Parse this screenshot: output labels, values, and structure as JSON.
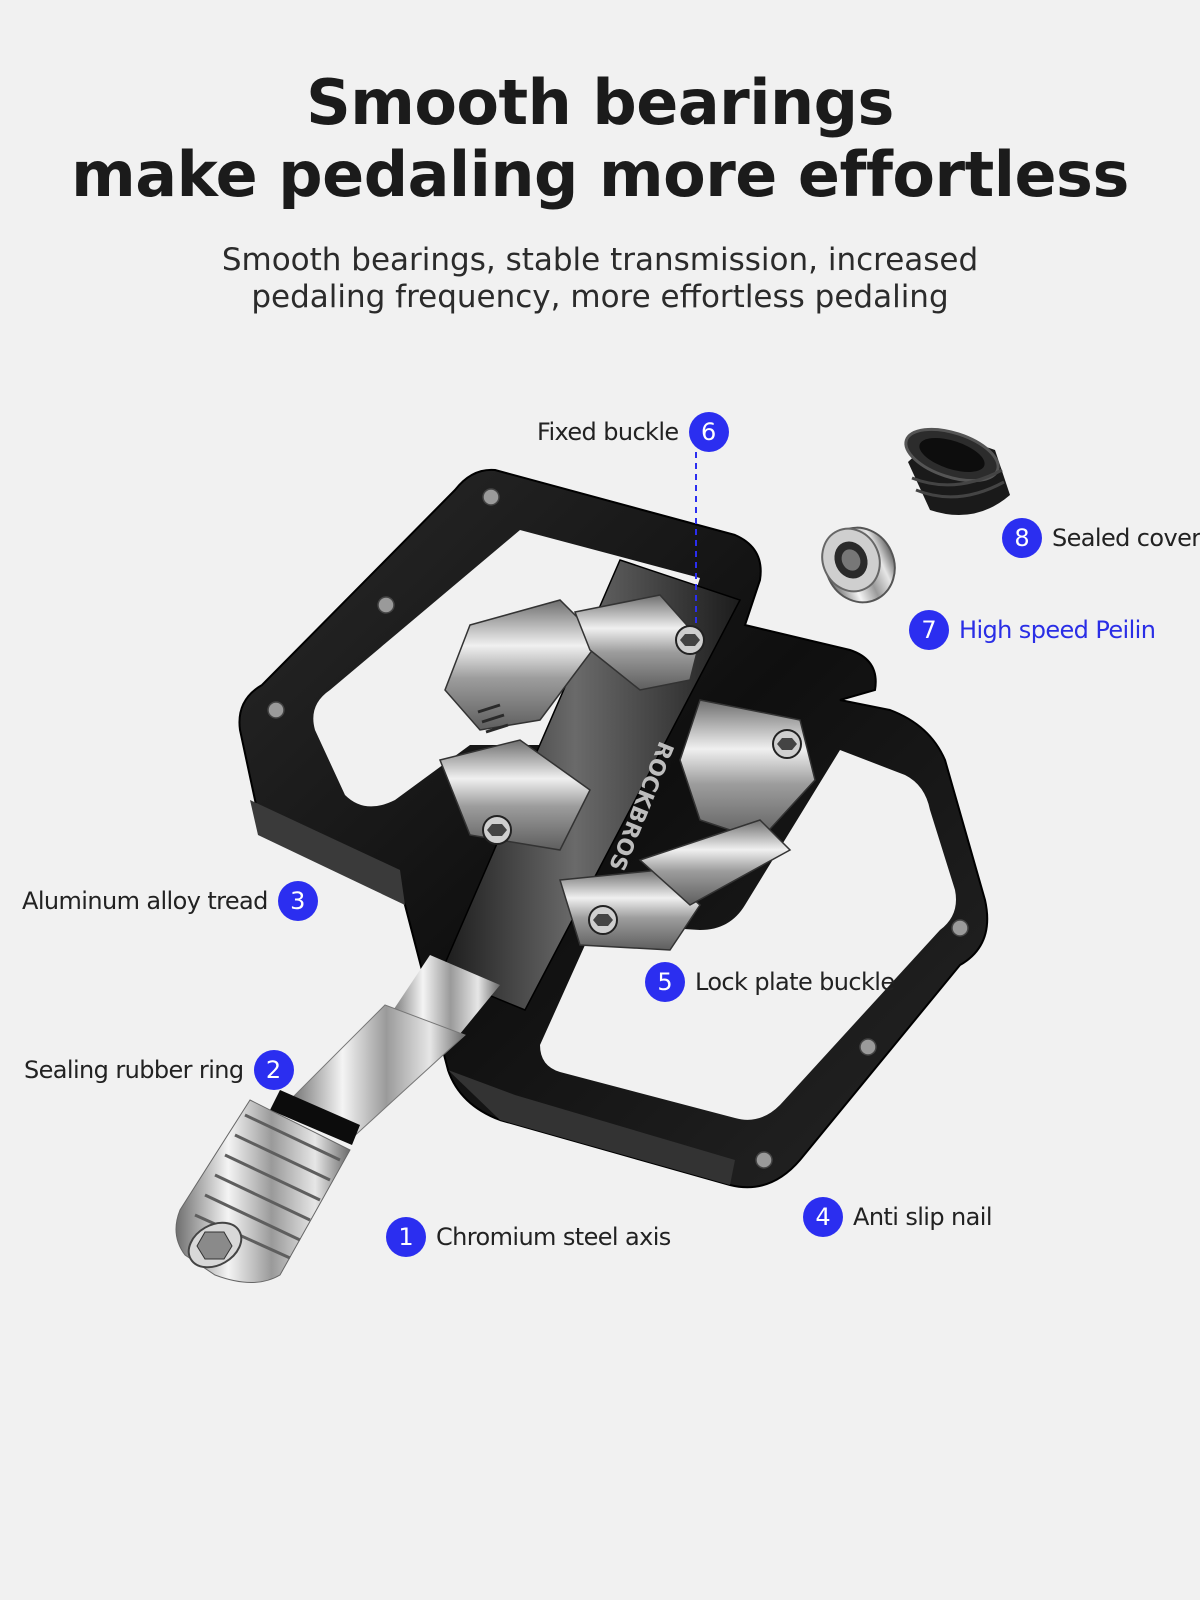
{
  "header": {
    "title_line1": "Smooth bearings",
    "title_line2": "make pedaling more effortless",
    "subtitle_line1": "Smooth bearings, stable transmission, increased",
    "subtitle_line2": "pedaling frequency, more effortless pedaling"
  },
  "brand_mark": "ROCKBROS",
  "colors": {
    "background": "#f1f1f1",
    "badge": "#2b2ef0",
    "highlight_text": "#2a2ee6",
    "pedal_body": "#141414"
  },
  "callouts": [
    {
      "number": "1",
      "label": "Chromium steel axis"
    },
    {
      "number": "2",
      "label": "Sealing rubber ring"
    },
    {
      "number": "3",
      "label": "Aluminum alloy tread"
    },
    {
      "number": "4",
      "label": "Anti slip nail"
    },
    {
      "number": "5",
      "label": "Lock plate buckle"
    },
    {
      "number": "6",
      "label": "Fixed buckle"
    },
    {
      "number": "7",
      "label": "High speed Peilin"
    },
    {
      "number": "8",
      "label": "Sealed cover"
    }
  ]
}
